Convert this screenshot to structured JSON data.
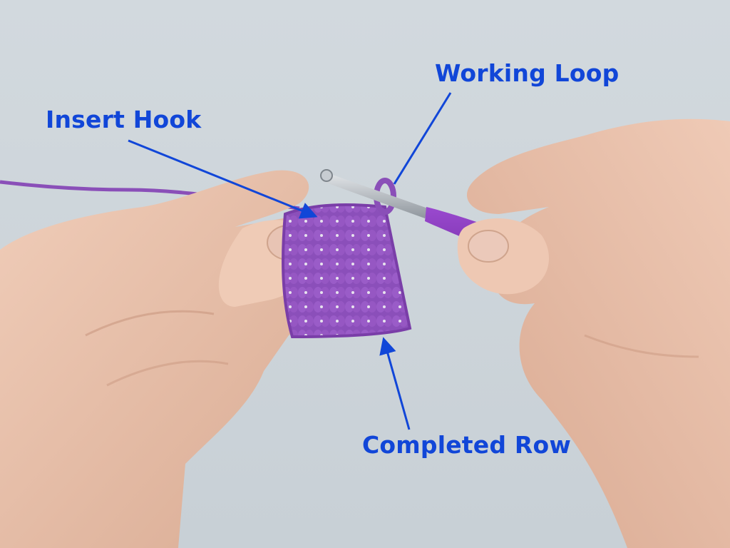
{
  "annotations": {
    "insert_hook": "Insert Hook",
    "working_loop": "Working Loop",
    "completed_row": "Completed Row"
  },
  "colors": {
    "background": "#cfd6db",
    "annotation": "#1146d8",
    "yarn": "#8a4fb8",
    "hook_grip": "#7a2fae",
    "hook_metal": "#b9bec4",
    "skin": "#e9c3ad"
  }
}
